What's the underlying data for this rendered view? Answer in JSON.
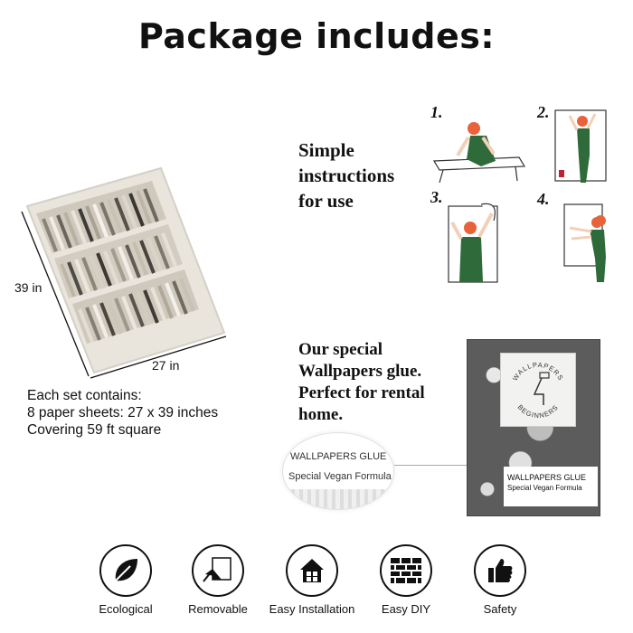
{
  "title": "Package includes:",
  "sheet": {
    "height_label": "39 in",
    "width_label": "27 in"
  },
  "set_info": {
    "line1": "Each set contains:",
    "line2": "8 paper sheets: 27 x 39 inches",
    "line3": "Covering 59 ft square"
  },
  "instructions": {
    "line1": "Simple",
    "line2": "instructions",
    "line3": "for use",
    "steps": [
      "1.",
      "2.",
      "3.",
      "4."
    ]
  },
  "glue": {
    "line1": "Our special",
    "line2": "Wallpapers glue.",
    "line3": "Perfect for rental",
    "line4": "home.",
    "logo_top": "WALLPAPERS",
    "logo_bottom": "BEGINNERS",
    "box_label_1": "WALLPAPERS GLUE",
    "box_label_2": "Special  Vegan Formula",
    "zoom_label_1": "WALLPAPERS GLUE",
    "zoom_label_2": "Special  Vegan Formula"
  },
  "features": [
    {
      "label": "Ecological",
      "icon": "leaf-icon"
    },
    {
      "label": "Removable",
      "icon": "peel-icon"
    },
    {
      "label": "Easy Installation",
      "icon": "house-icon"
    },
    {
      "label": "Easy DIY",
      "icon": "brick-wall-icon"
    },
    {
      "label": "Safety",
      "icon": "thumbs-up-icon"
    }
  ],
  "colors": {
    "worker_hair": "#e8623a",
    "worker_overalls": "#2f6b3a"
  }
}
